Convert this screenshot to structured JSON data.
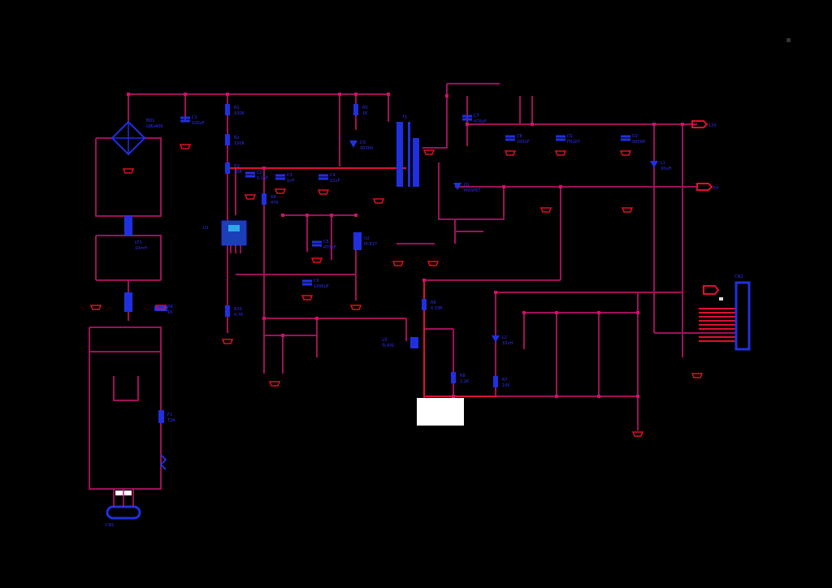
{
  "schematic": {
    "bridge": {
      "ref": "BD1",
      "value": "GBU406"
    },
    "transformer": {
      "ref": "T1"
    },
    "controller": {
      "ref": "U1"
    },
    "output_connector": {
      "ref": "CN2"
    },
    "input_connector": {
      "ref": "CN1"
    },
    "fuse": {
      "ref": "F1",
      "value": "T2A"
    },
    "cmc": {
      "ref": "LF1",
      "value": "10mH"
    },
    "opto": {
      "ref": "U2",
      "value": "PC817"
    },
    "shunt": {
      "ref": "U3",
      "value": "TL431"
    },
    "net_labels": [
      "12V",
      "5V"
    ]
  },
  "parts": [
    {
      "ref": "R1",
      "value": "100K"
    },
    {
      "ref": "R2",
      "value": "100K"
    },
    {
      "ref": "R3",
      "value": "10R"
    },
    {
      "ref": "R4",
      "value": "47K"
    },
    {
      "ref": "R5",
      "value": "1K"
    },
    {
      "ref": "R6",
      "value": "0.33R"
    },
    {
      "ref": "R7",
      "value": "10K"
    },
    {
      "ref": "R8",
      "value": "2.2K"
    },
    {
      "ref": "R9",
      "value": "1K"
    },
    {
      "ref": "R10",
      "value": "4.7K"
    },
    {
      "ref": "C1",
      "value": "100uF"
    },
    {
      "ref": "C2",
      "value": "0.1uF"
    },
    {
      "ref": "C3",
      "value": "1nF"
    },
    {
      "ref": "C4",
      "value": "22uF"
    },
    {
      "ref": "C5",
      "value": "470uF"
    },
    {
      "ref": "C6",
      "value": "1000uF"
    },
    {
      "ref": "C7",
      "value": "470uF"
    },
    {
      "ref": "C8",
      "value": "100nF"
    },
    {
      "ref": "D1",
      "value": "FR107"
    },
    {
      "ref": "D2",
      "value": "SR560"
    },
    {
      "ref": "D3",
      "value": "SR360"
    },
    {
      "ref": "Q1",
      "value": "MOSFET"
    },
    {
      "ref": "L1",
      "value": "10uH"
    },
    {
      "ref": "L2",
      "value": "10uH"
    }
  ]
}
